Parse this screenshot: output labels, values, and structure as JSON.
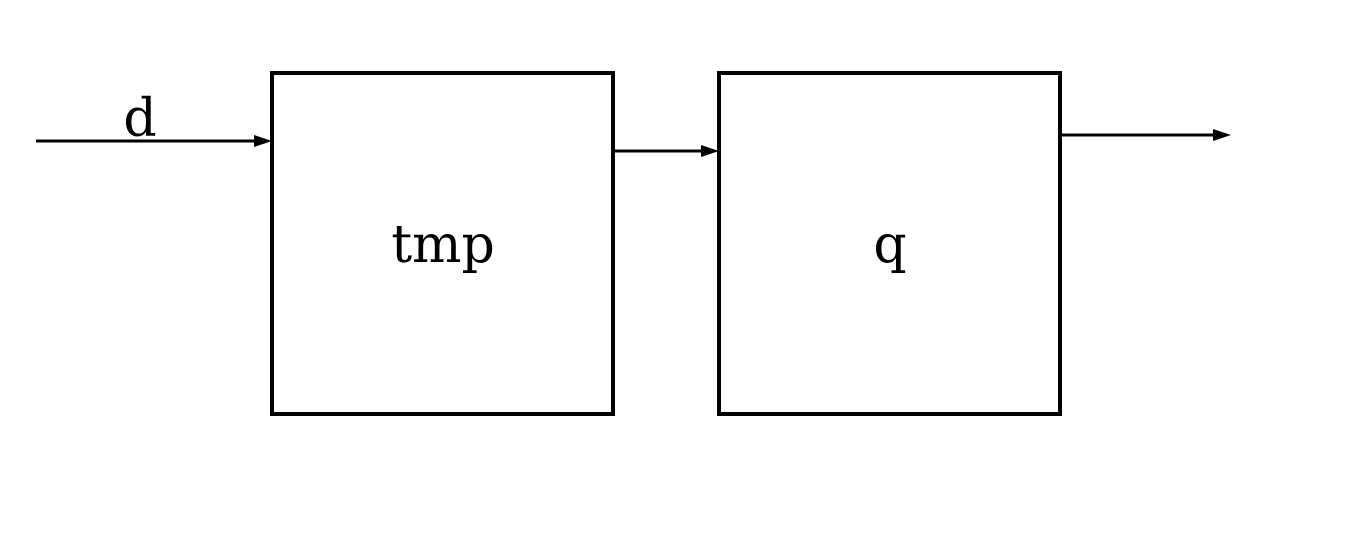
{
  "diagram": {
    "input_signal": "d",
    "blocks": [
      {
        "id": "tmp",
        "label": "tmp"
      },
      {
        "id": "q",
        "label": "q"
      }
    ],
    "connections": [
      {
        "from": "d",
        "to": "tmp"
      },
      {
        "from": "tmp",
        "to": "q"
      },
      {
        "from": "q",
        "to": "output"
      }
    ]
  }
}
